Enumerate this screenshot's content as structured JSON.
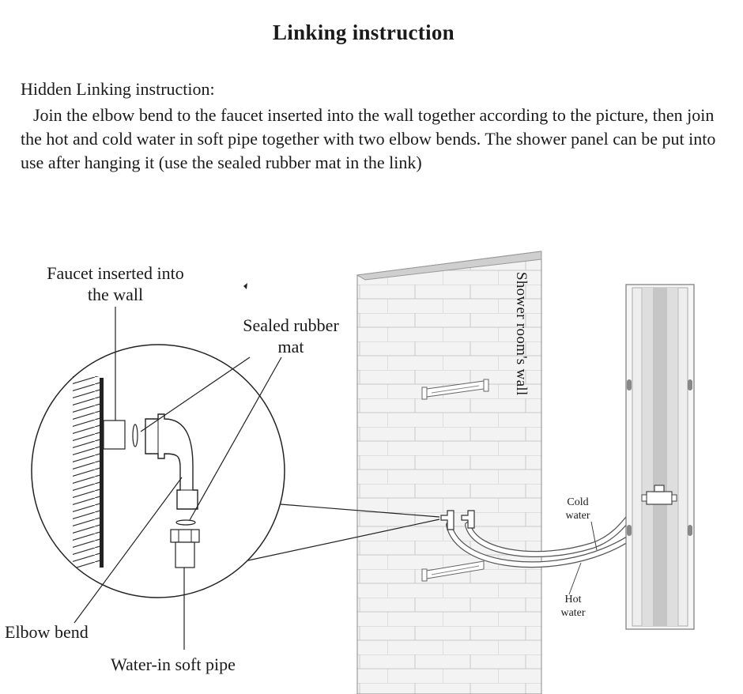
{
  "title": "Linking instruction",
  "instruction": {
    "heading": "Hidden Linking instruction:",
    "body": "Join the elbow bend to the faucet inserted into the wall together according to the picture,  then join the hot and cold water in soft pipe together with two elbow bends. The shower panel can be put into use after hanging it (use the sealed rubber mat in the link)"
  },
  "labels": {
    "faucet_line1": "Faucet inserted into",
    "faucet_line2": "the wall",
    "rubber_line1": "Sealed rubber",
    "rubber_line2": "mat",
    "elbow": "Elbow bend",
    "soft_pipe": "Water-in soft pipe",
    "wall": "Shower room's wall",
    "cold_line1": "Cold",
    "cold_line2": "water",
    "hot_line1": "Hot",
    "hot_line2": "water"
  }
}
